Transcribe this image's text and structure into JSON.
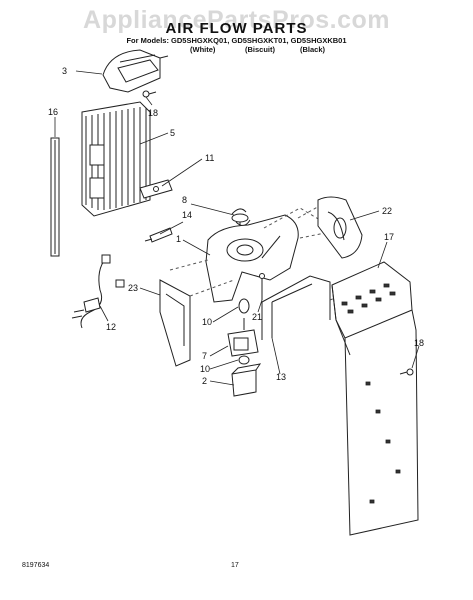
{
  "watermark": "AppliancePartsPros.com",
  "header": {
    "title": "AIR FLOW PARTS",
    "models": "For Models: GD5SHGXKQ01, GD5SHGXKT01, GD5SHGXKB01",
    "colors": [
      "(White)",
      "(Biscuit)",
      "(Black)"
    ]
  },
  "callouts": [
    "3",
    "18",
    "16",
    "5",
    "11",
    "8",
    "14",
    "1",
    "22",
    "17",
    "23",
    "12",
    "10",
    "21",
    "7",
    "10",
    "2",
    "13",
    "18"
  ],
  "footer": {
    "doc_number": "8197634",
    "page_number": "17"
  }
}
